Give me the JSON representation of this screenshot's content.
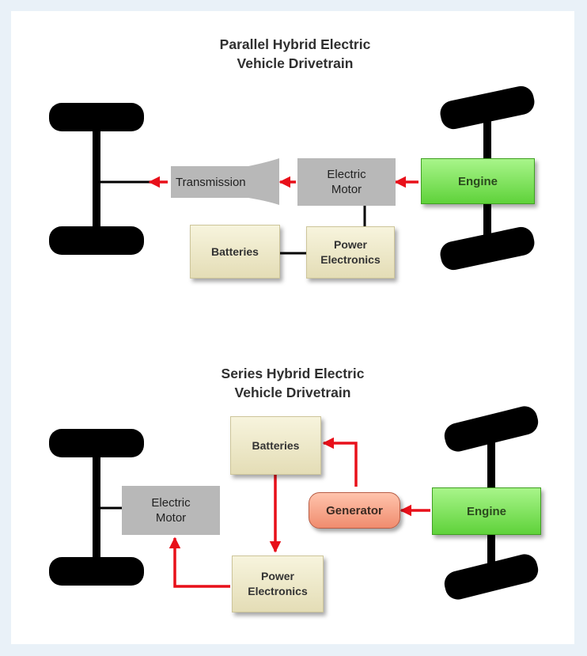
{
  "parallel": {
    "title_line1": "Parallel Hybrid Electric",
    "title_line2": "Vehicle Drivetrain",
    "transmission": "Transmission",
    "motor_line1": "Electric",
    "motor_line2": "Motor",
    "engine": "Engine",
    "batteries": "Batteries",
    "power_line1": "Power",
    "power_line2": "Electronics"
  },
  "series": {
    "title_line1": "Series Hybrid Electric",
    "title_line2": "Vehicle Drivetrain",
    "batteries": "Batteries",
    "generator": "Generator",
    "engine": "Engine",
    "motor_line1": "Electric",
    "motor_line2": "Motor",
    "power_line1": "Power",
    "power_line2": "Electronics"
  },
  "colors": {
    "arrow": "#e8101a",
    "motor_fill": "#b8b8b8",
    "engine_fill": "#6ddc47",
    "generator_fill": "#f8a88c",
    "box_fill": "#eee8c6",
    "wheel": "#000000"
  }
}
